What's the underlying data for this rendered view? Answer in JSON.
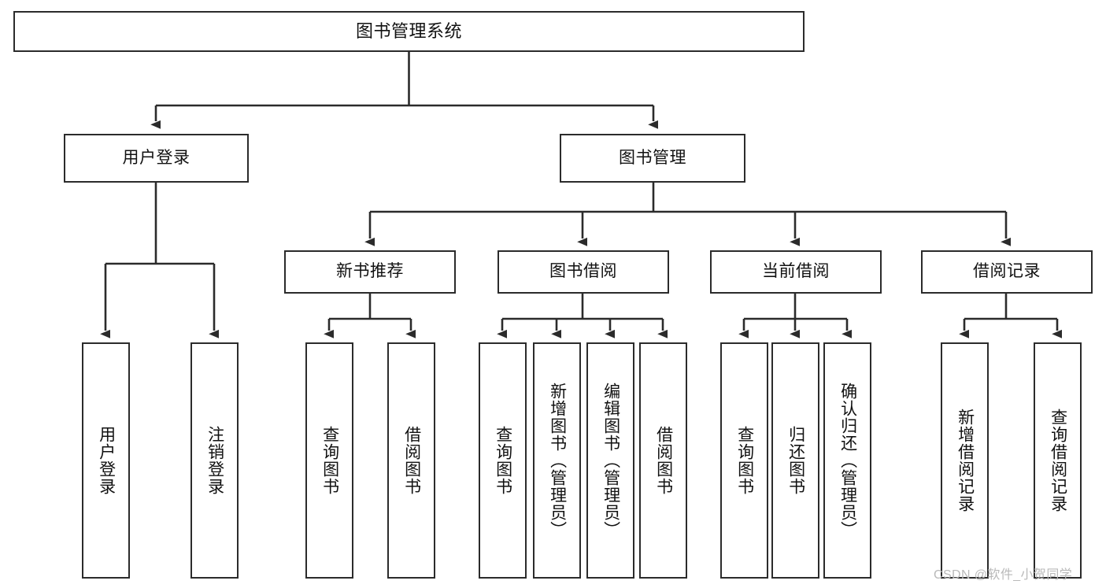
{
  "diagram": {
    "title": "图书管理系统",
    "type": "tree-hierarchy",
    "root": {
      "id": "root",
      "label": "图书管理系统",
      "orientation": "horizontal"
    },
    "level2": [
      {
        "id": "user-login",
        "label": "用户登录",
        "orientation": "horizontal"
      },
      {
        "id": "book-manage",
        "label": "图书管理",
        "orientation": "horizontal"
      }
    ],
    "level3": [
      {
        "id": "new-book-recommend",
        "label": "新书推荐",
        "orientation": "horizontal",
        "parent": "book-manage"
      },
      {
        "id": "book-borrow",
        "label": "图书借阅",
        "orientation": "horizontal",
        "parent": "book-manage"
      },
      {
        "id": "current-borrow",
        "label": "当前借阅",
        "orientation": "horizontal",
        "parent": "book-manage"
      },
      {
        "id": "borrow-record",
        "label": "借阅记录",
        "orientation": "horizontal",
        "parent": "book-manage"
      }
    ],
    "leaves": [
      {
        "id": "leaf-user-login",
        "label": "用户登录",
        "parent": "user-login"
      },
      {
        "id": "leaf-user-logout",
        "label": "注销登录",
        "parent": "user-login"
      },
      {
        "id": "leaf-query-book-1",
        "label": "查询图书",
        "parent": "new-book-recommend"
      },
      {
        "id": "leaf-borrow-book-1",
        "label": "借阅图书",
        "parent": "new-book-recommend"
      },
      {
        "id": "leaf-query-book-2",
        "label": "查询图书",
        "parent": "book-borrow"
      },
      {
        "id": "leaf-add-book",
        "label": "新增图书（管理员）",
        "parent": "book-borrow"
      },
      {
        "id": "leaf-edit-book",
        "label": "编辑图书（管理员）",
        "parent": "book-borrow"
      },
      {
        "id": "leaf-borrow-book-2",
        "label": "借阅图书",
        "parent": "book-borrow"
      },
      {
        "id": "leaf-query-book-3",
        "label": "查询图书",
        "parent": "current-borrow"
      },
      {
        "id": "leaf-return-book",
        "label": "归还图书",
        "parent": "current-borrow"
      },
      {
        "id": "leaf-confirm-return",
        "label": "确认归还（管理员）",
        "parent": "current-borrow"
      },
      {
        "id": "leaf-add-record",
        "label": "新增借阅记录",
        "parent": "borrow-record"
      },
      {
        "id": "leaf-query-record",
        "label": "查询借阅记录",
        "parent": "borrow-record"
      }
    ],
    "watermark": "CSDN @软件_小贺同学",
    "colors": {
      "stroke": "#2b2b2b",
      "text": "#111111",
      "background": "#ffffff",
      "watermark": "#b9b9b9"
    }
  }
}
